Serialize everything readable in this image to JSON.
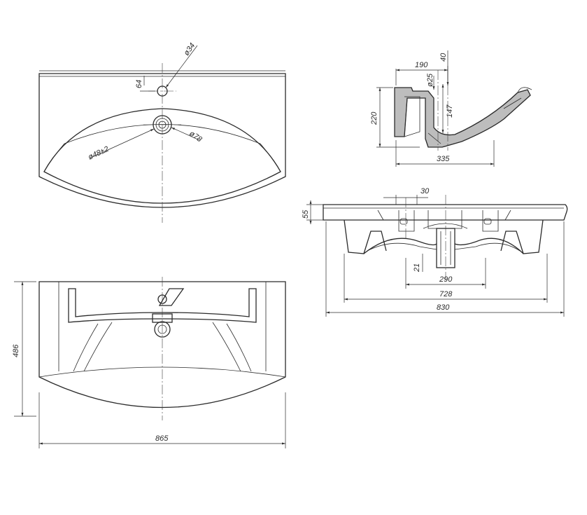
{
  "drawing": {
    "top_view": {
      "dim_hole": "ø34",
      "dim_offset": "64",
      "dim_drain": "ø78",
      "dim_drain_inner": "ø48±2"
    },
    "bottom_view": {
      "dim_depth": "486",
      "dim_width": "865"
    },
    "section_view": {
      "dim_190": "190",
      "dim_40": "40",
      "dim_hole": "ø25",
      "dim_147": "147",
      "dim_220": "220",
      "dim_335": "335"
    },
    "front_view": {
      "dim_30": "30",
      "dim_55": "55",
      "dim_21": "21",
      "dim_290": "290",
      "dim_728": "728",
      "dim_830": "830"
    }
  }
}
